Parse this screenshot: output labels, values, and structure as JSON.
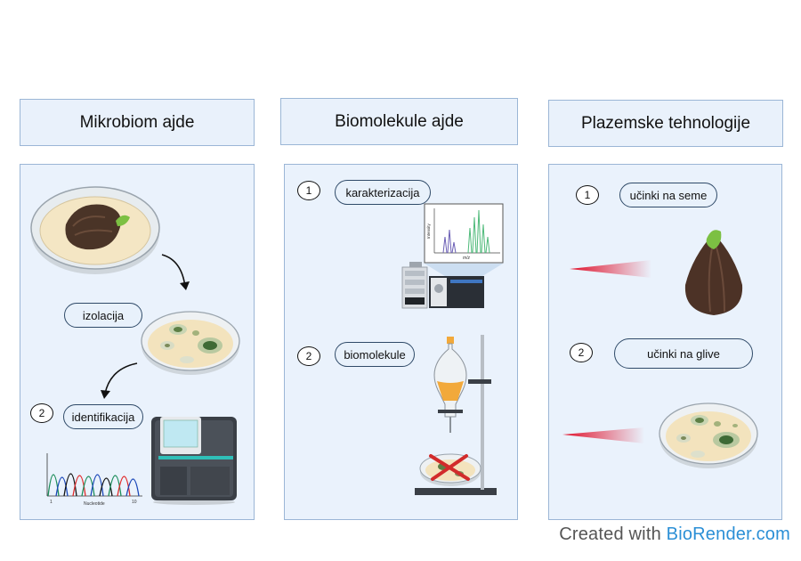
{
  "sections": {
    "microbiome": {
      "title": "Mikrobiom ajde",
      "steps": [
        {
          "label": "izolacija"
        },
        {
          "number": "2",
          "label": "identifikacija"
        }
      ],
      "chromatogram": {
        "x_start": "1",
        "x_end": "10",
        "x_label": "Nucleotide"
      }
    },
    "biomolecules": {
      "title": "Biomolekule ajde",
      "steps": [
        {
          "number": "1",
          "label": "karakterizacija"
        },
        {
          "number": "2",
          "label": "biomolekule"
        }
      ],
      "mass_spec": {
        "x_label": "m/z",
        "y_label": "Intensity"
      }
    },
    "plasma": {
      "title": "Plazemske tehnologije",
      "steps": [
        {
          "number": "1",
          "label": "učinki na seme"
        },
        {
          "number": "2",
          "label": "učinki na glive"
        }
      ]
    }
  },
  "credit": {
    "prefix": "Created with ",
    "brand": "BioRender.com"
  },
  "colors": {
    "panel_bg": "#eaf2fc",
    "panel_border": "#9bb6d6",
    "pill_border": "#2f4a68",
    "plasma_red": "#e0102a"
  }
}
